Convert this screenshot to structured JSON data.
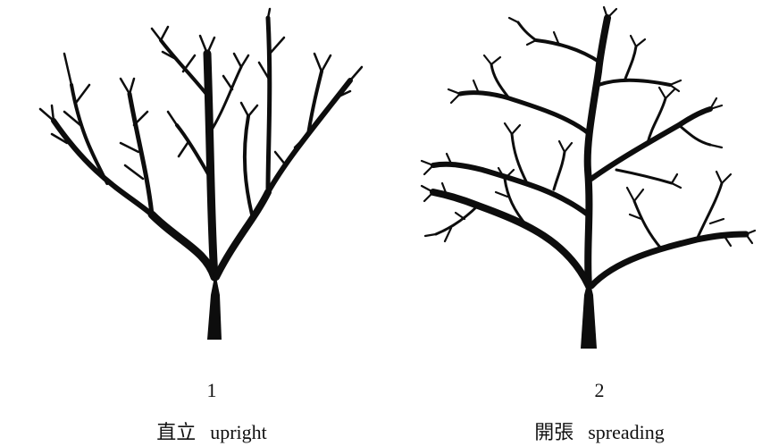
{
  "figures": [
    {
      "number": "1",
      "label_zh": "直立",
      "label_en": "upright"
    },
    {
      "number": "2",
      "label_zh": "開張",
      "label_en": "spreading"
    }
  ],
  "colors": {
    "ink": "#0d0d0d",
    "background": "#ffffff"
  }
}
